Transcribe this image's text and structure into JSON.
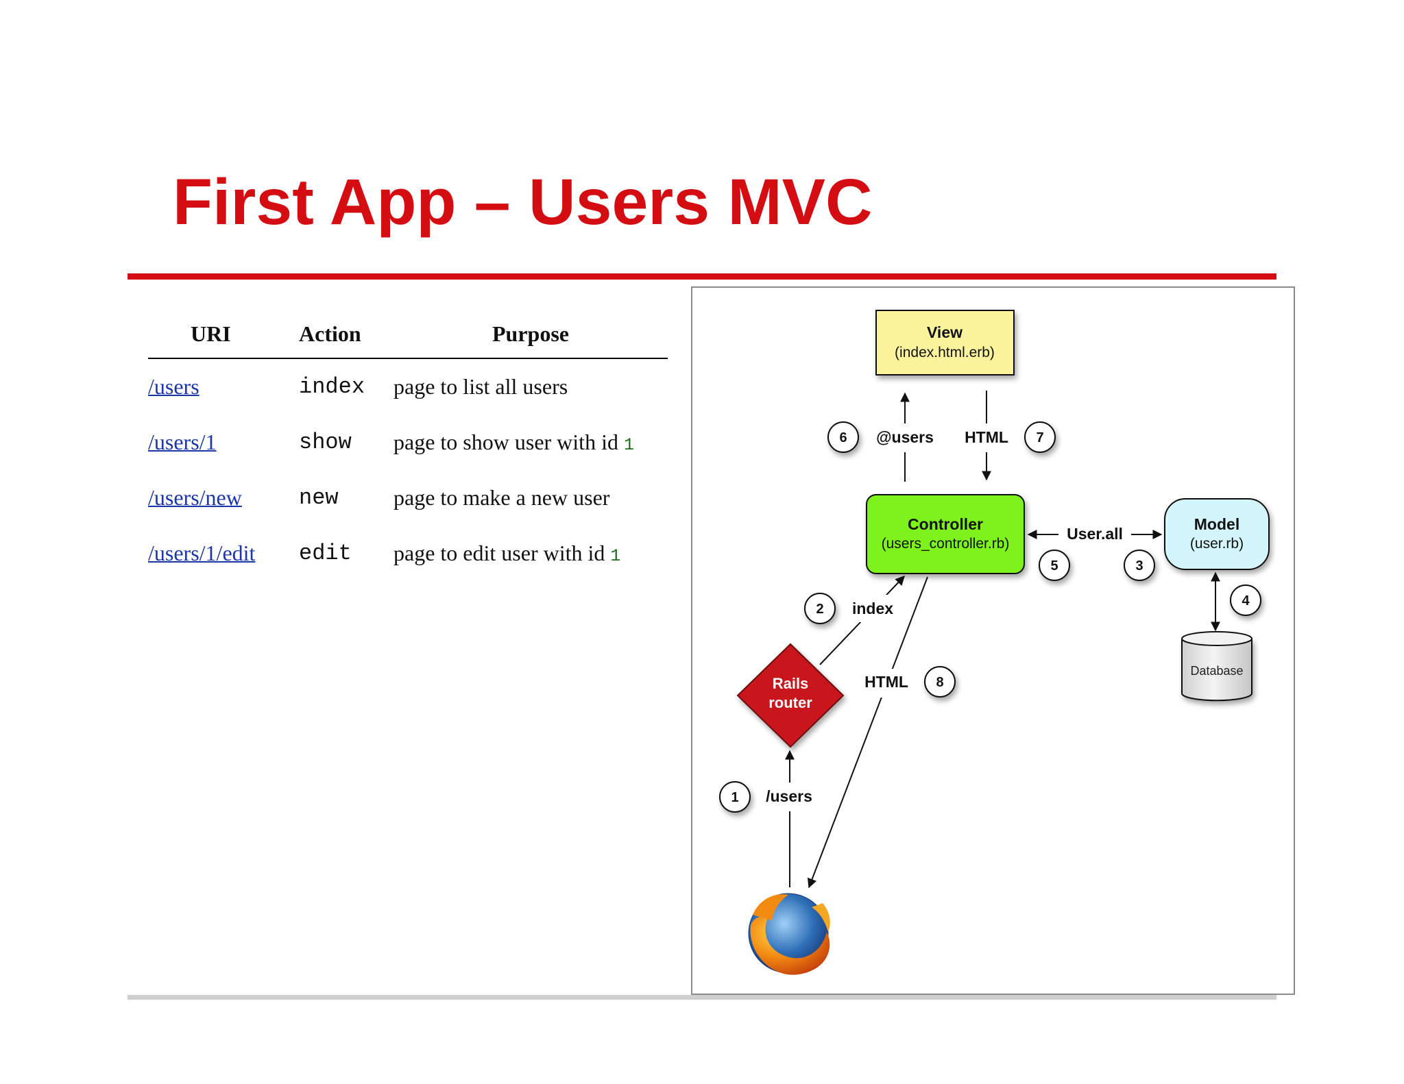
{
  "slide": {
    "title": "First App – Users MVC"
  },
  "routes_table": {
    "headers": {
      "uri": "URI",
      "action": "Action",
      "purpose": "Purpose"
    },
    "rows": [
      {
        "uri": "/users",
        "action": "index",
        "purpose": "page to list all users",
        "id": ""
      },
      {
        "uri": "/users/1",
        "action": "show",
        "purpose": "page to show user with id ",
        "id": "1"
      },
      {
        "uri": "/users/new",
        "action": "new",
        "purpose": "page to make a new user",
        "id": ""
      },
      {
        "uri": "/users/1/edit",
        "action": "edit",
        "purpose": "page to edit user with id ",
        "id": "1"
      }
    ]
  },
  "diagram": {
    "view": {
      "title": "View",
      "file": "(index.html.erb)"
    },
    "controller": {
      "title": "Controller",
      "file": "(users_controller.rb)"
    },
    "model": {
      "title": "Model",
      "file": "(user.rb)"
    },
    "database": {
      "label": "Database"
    },
    "router": {
      "line1": "Rails",
      "line2": "router"
    },
    "labels": {
      "users_var": "@users",
      "html_top": "HTML",
      "user_all": "User.all",
      "index": "index",
      "html_bottom": "HTML",
      "users_path": "/users"
    },
    "steps": [
      "1",
      "2",
      "3",
      "4",
      "5",
      "6",
      "7",
      "8"
    ],
    "icons": {
      "browser": "firefox-icon"
    },
    "colors": {
      "view": "#fbf49d",
      "controller": "#7df21d",
      "model": "#d3f5fb",
      "router": "#c8191e",
      "title": "#d40d12"
    }
  }
}
